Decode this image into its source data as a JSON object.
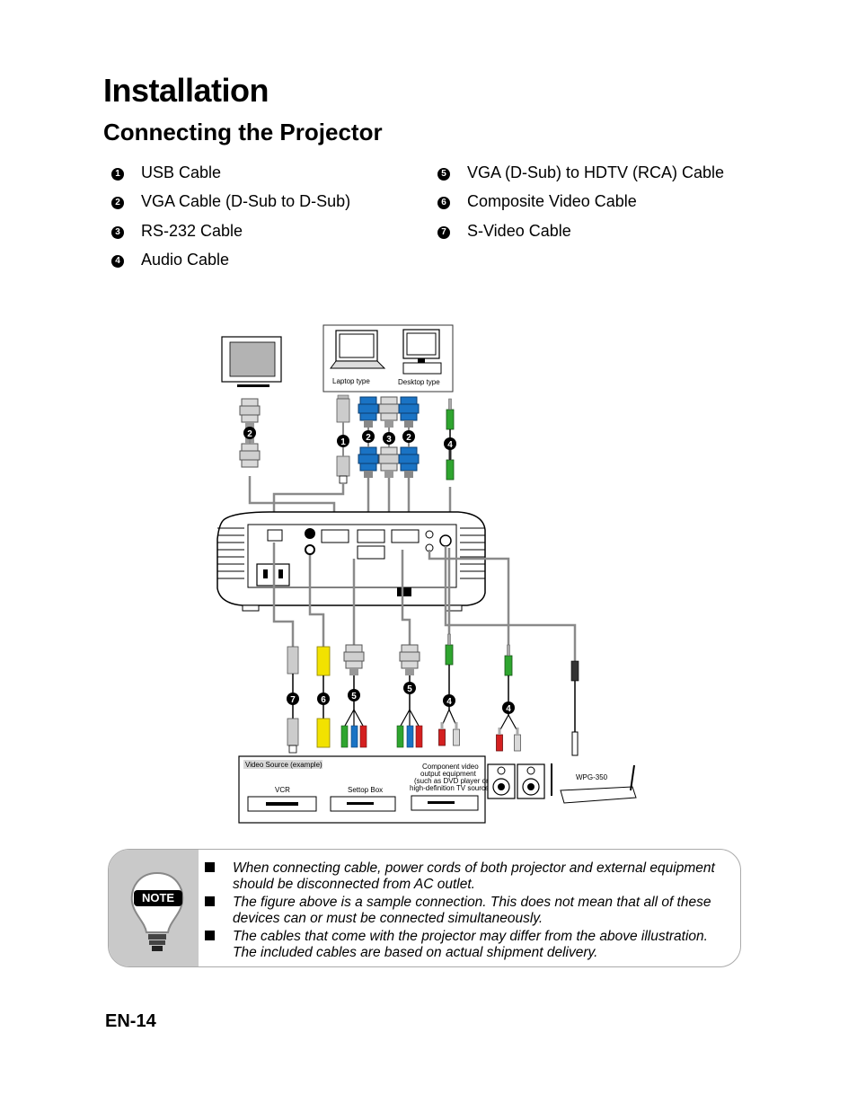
{
  "title": "Installation",
  "subtitle": "Connecting the Projector",
  "legend": [
    {
      "num": "1",
      "label": "USB Cable"
    },
    {
      "num": "2",
      "label": "VGA Cable (D-Sub to D-Sub)"
    },
    {
      "num": "3",
      "label": "RS-232 Cable"
    },
    {
      "num": "4",
      "label": "Audio Cable"
    },
    {
      "num": "5",
      "label": "VGA (D-Sub) to HDTV (RCA) Cable"
    },
    {
      "num": "6",
      "label": "Composite Video Cable"
    },
    {
      "num": "7",
      "label": "S-Video Cable"
    }
  ],
  "diagram": {
    "laptop_label": "Laptop type",
    "desktop_label": "Desktop type",
    "video_source_label": "Video Source (example)",
    "vcr_label": "VCR",
    "settop_label": "Settop Box",
    "component_label_1": "Component video",
    "component_label_2": "output equipment",
    "component_label_3": "(such as DVD player or",
    "component_label_4": "high-definition TV source)",
    "wpg_label": "WPG-350",
    "callouts": {
      "c1": "1",
      "c2": "2",
      "c3": "3",
      "c4": "4",
      "c5": "5",
      "c6": "6",
      "c7": "7"
    }
  },
  "note": {
    "badge": "NOTE",
    "bullets": [
      "When connecting cable, power cords of both projector and external equipment should be disconnected from AC outlet.",
      "The figure above is a sample connection. This does not mean that all of these devices can or must be connected simultaneously.",
      "The cables that come with the projector may differ from the above illustration. The included cables are based on actual shipment delivery."
    ]
  },
  "page_number": "EN-14",
  "colors": {
    "vga_blue": "#1a73c4",
    "audio_green": "#2fa52f",
    "composite_yellow": "#f2e200",
    "rca_red": "#d42020",
    "cable_gray": "#8a8a8a",
    "note_gray": "#c9c9c9"
  }
}
